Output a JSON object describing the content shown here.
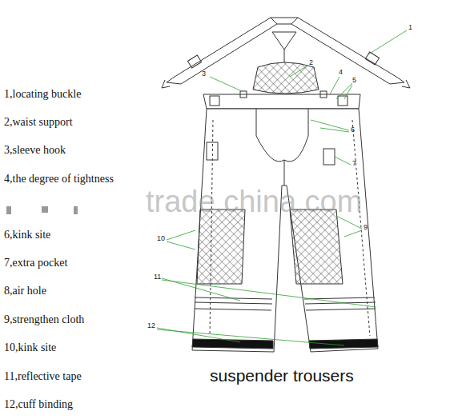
{
  "diagram": {
    "caption": "suspender trousers",
    "labels": [
      "1,locating buckle",
      "2,waist support",
      "3,sleeve hook",
      "4,the degree of tightness",
      "6,kink site",
      "7,extra pocket",
      "8,air hole",
      "9,strengthen cloth",
      "10,kink site",
      "11,reflective tape",
      "12,cuff binding",
      "trade.china.com",
      "1",
      "2",
      "3",
      "4",
      "5",
      "6",
      "7",
      "9",
      "10",
      "11",
      "12"
    ]
  }
}
